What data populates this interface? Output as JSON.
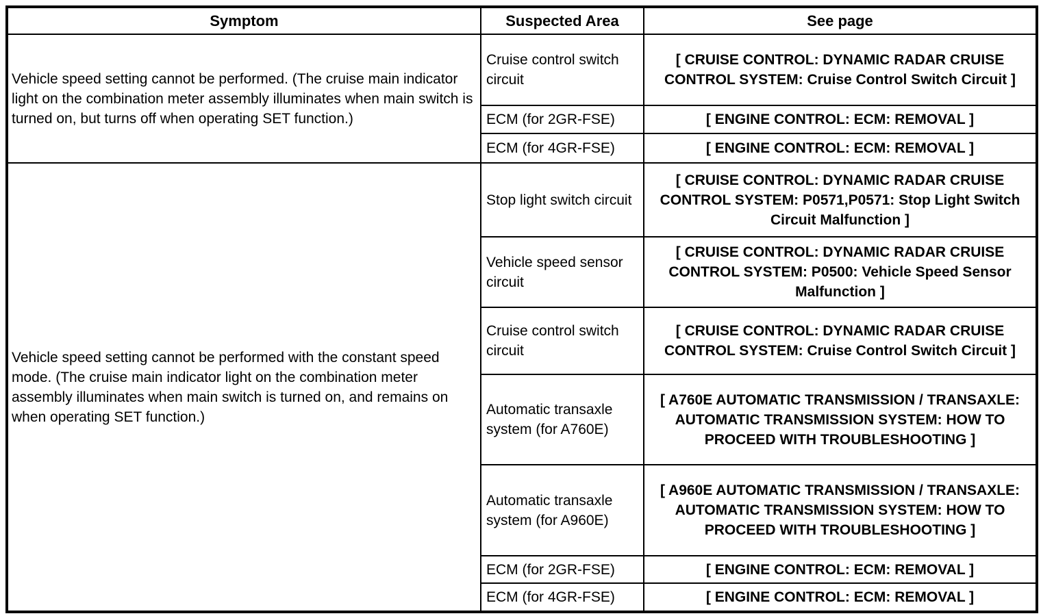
{
  "table": {
    "headers": {
      "symptom": "Symptom",
      "suspected_area": "Suspected Area",
      "see_page": "See page"
    },
    "groups": [
      {
        "symptom": "Vehicle speed setting cannot be performed. (The cruise main indicator light on the combination meter assembly illuminates when main switch is turned on, but turns off when operating SET function.)",
        "rows": [
          {
            "area": "Cruise control switch circuit",
            "page": "[ CRUISE CONTROL: DYNAMIC RADAR CRUISE CONTROL SYSTEM: Cruise Control Switch Circuit ]"
          },
          {
            "area": "ECM (for 2GR-FSE)",
            "page": "[ ENGINE CONTROL: ECM: REMOVAL ]"
          },
          {
            "area": "ECM (for 4GR-FSE)",
            "page": "[ ENGINE CONTROL: ECM: REMOVAL ]"
          }
        ]
      },
      {
        "symptom": "Vehicle speed setting cannot be performed with the constant speed mode. (The cruise main indicator light on the combination meter assembly illuminates when main switch is turned on, and remains on when operating SET function.)",
        "rows": [
          {
            "area": "Stop light switch circuit",
            "page": "[ CRUISE CONTROL: DYNAMIC RADAR CRUISE CONTROL SYSTEM: P0571,P0571: Stop Light Switch Circuit Malfunction ]"
          },
          {
            "area": "Vehicle speed sensor circuit",
            "page": "[ CRUISE CONTROL: DYNAMIC RADAR CRUISE CONTROL SYSTEM: P0500: Vehicle Speed Sensor Malfunction ]"
          },
          {
            "area": "Cruise control switch circuit",
            "page": "[ CRUISE CONTROL: DYNAMIC RADAR CRUISE CONTROL SYSTEM: Cruise Control Switch Circuit ]"
          },
          {
            "area": "Automatic transaxle system (for A760E)",
            "page": "[ A760E AUTOMATIC TRANSMISSION / TRANSAXLE: AUTOMATIC TRANSMISSION SYSTEM: HOW TO PROCEED WITH TROUBLESHOOTING ]"
          },
          {
            "area": "Automatic transaxle system (for A960E)",
            "page": "[ A960E AUTOMATIC TRANSMISSION / TRANSAXLE: AUTOMATIC TRANSMISSION SYSTEM: HOW TO PROCEED WITH TROUBLESHOOTING ]"
          },
          {
            "area": "ECM (for 2GR-FSE)",
            "page": "[ ENGINE CONTROL: ECM: REMOVAL ]"
          },
          {
            "area": "ECM (for 4GR-FSE)",
            "page": "[ ENGINE CONTROL: ECM: REMOVAL ]"
          }
        ]
      }
    ],
    "colors": {
      "border": "#000000",
      "background": "#ffffff",
      "text": "#000000"
    }
  }
}
